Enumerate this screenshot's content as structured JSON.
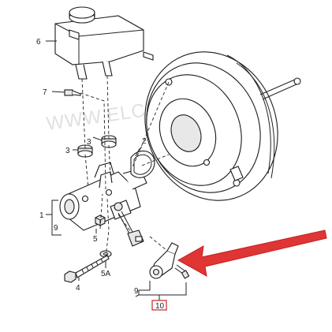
{
  "watermark": "WWW.ELCATS.RU",
  "callouts": {
    "c6": "6",
    "c7": "7",
    "c3a": "3",
    "c3b": "3",
    "c2": "2",
    "c1": "1",
    "c9a": "9",
    "c5": "5",
    "c4": "4",
    "c5a": "5A",
    "c9b": "9",
    "c10": "10"
  },
  "highlight": {
    "callout": "10",
    "arrow_color": "#e03535",
    "box_color": "#cc2222"
  }
}
